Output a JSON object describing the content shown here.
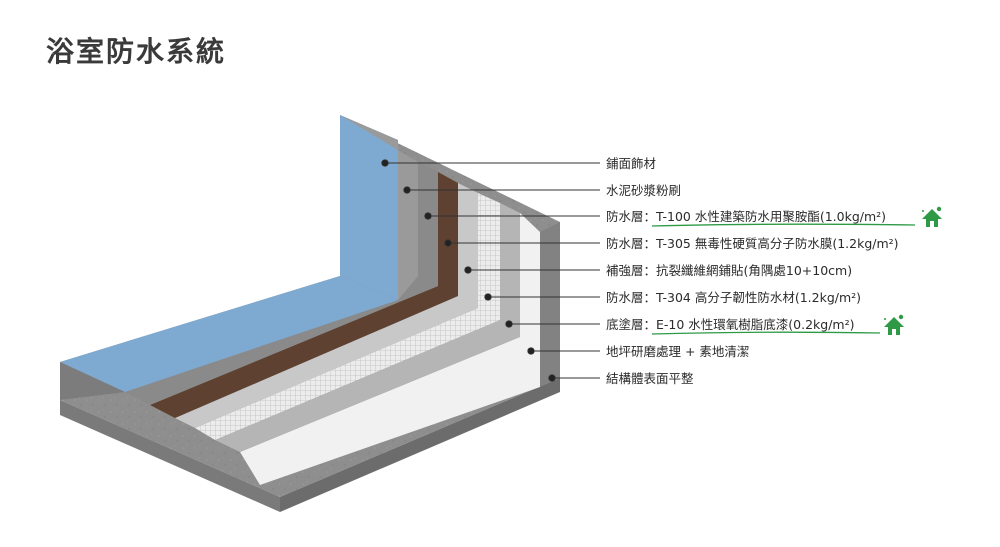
{
  "title": "浴室防水系統",
  "layers": [
    {
      "label": "鋪面飾材",
      "eco": false
    },
    {
      "label": "水泥砂漿粉刷",
      "eco": false
    },
    {
      "label": "防水層：T-100 水性建築防水用聚胺酯(1.0kg/m²)",
      "eco": true
    },
    {
      "label": "防水層：T-305 無毒性硬質高分子防水膜(1.2kg/m²)",
      "eco": false
    },
    {
      "label": "補強層：抗裂纖維網鋪貼(角隅處10+10cm)",
      "eco": false
    },
    {
      "label": "防水層：T-304 高分子韌性防水材(1.2kg/m²)",
      "eco": false
    },
    {
      "label": "底塗層：E-10 水性環氧樹脂底漆(0.2kg/m²)",
      "eco": true
    },
    {
      "label": "地坪研磨處理 + 素地清潔",
      "eco": false
    },
    {
      "label": "結構體表面平整",
      "eco": false
    }
  ],
  "colors": {
    "tile": "#7ea9d1",
    "mortar": "#8d8d8d",
    "waterproof_brown": "#5e4130",
    "gray_layer": "#a9a9a9",
    "mesh": "#e3e3e3",
    "white_layer": "#f2f2f2",
    "concrete": "#8f8f8f",
    "eco_green": "#2e9a46"
  }
}
